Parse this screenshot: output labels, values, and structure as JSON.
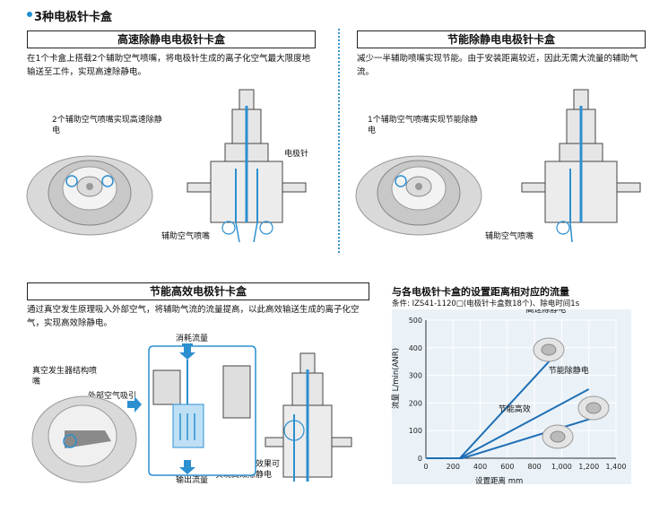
{
  "page_title": "3种电极针卡盒",
  "sections": {
    "high_speed": {
      "title": "高速除静电电极针卡盒",
      "desc": "在1个卡盒上搭载2个辅助空气喷嘴，将电极针生成的离子化空气最大限度地输送至工件，实现高速除静电。",
      "callout": "2个辅助空气喷嘴实现高速除静电",
      "needle_label": "电极针",
      "aux_label": "辅助空气喷嘴"
    },
    "energy_saving": {
      "title": "节能除静电电极针卡盒",
      "desc": "减少一半辅助喷嘴实现节能。由于安装距离较近，因此无需大流量的辅助气流。",
      "callout": "1个辅助空气喷嘴实现节能除静电",
      "aux_label": "辅助空气喷嘴"
    },
    "efficient": {
      "title": "节能高效电极针卡盒",
      "desc": "通过真空发生原理吸入外部空气，将辅助气流的流量提高，以此高效输送生成的离子化空气，实现高效除静电。",
      "vacuum_label": "真空发生器结构喷嘴",
      "external_label": "外部空气吸引",
      "consume_label": "消耗流量",
      "output_label": "输出流量",
      "effect_label": "真空发生器效果可实现高效除静电"
    }
  },
  "chart_data": {
    "type": "line",
    "title": "与各电极针卡盒的设置距离相对应的流量",
    "subtitle": "条件: IZS41-1120□(电极针卡盒数18个)、除电时间1s",
    "xlabel": "设置距离 mm",
    "ylabel": "流量 L/min(ANR)",
    "xlim": [
      0,
      1400
    ],
    "ylim": [
      0,
      500
    ],
    "xticks": [
      "0",
      "200",
      "400",
      "600",
      "800",
      "1,000",
      "1,200",
      "1,400"
    ],
    "yticks": [
      "0",
      "100",
      "200",
      "300",
      "400",
      "500"
    ],
    "series": [
      {
        "name": "高速除静电",
        "x": [
          0,
          250,
          1000
        ],
        "y": [
          0,
          0,
          400
        ],
        "color": "#1f6fb5"
      },
      {
        "name": "节能除静电",
        "x": [
          0,
          250,
          1200
        ],
        "y": [
          0,
          0,
          250
        ],
        "color": "#1f6fb5"
      },
      {
        "name": "节能高效",
        "x": [
          0,
          270,
          1260
        ],
        "y": [
          0,
          0,
          150
        ],
        "color": "#1f6fb5"
      }
    ]
  }
}
